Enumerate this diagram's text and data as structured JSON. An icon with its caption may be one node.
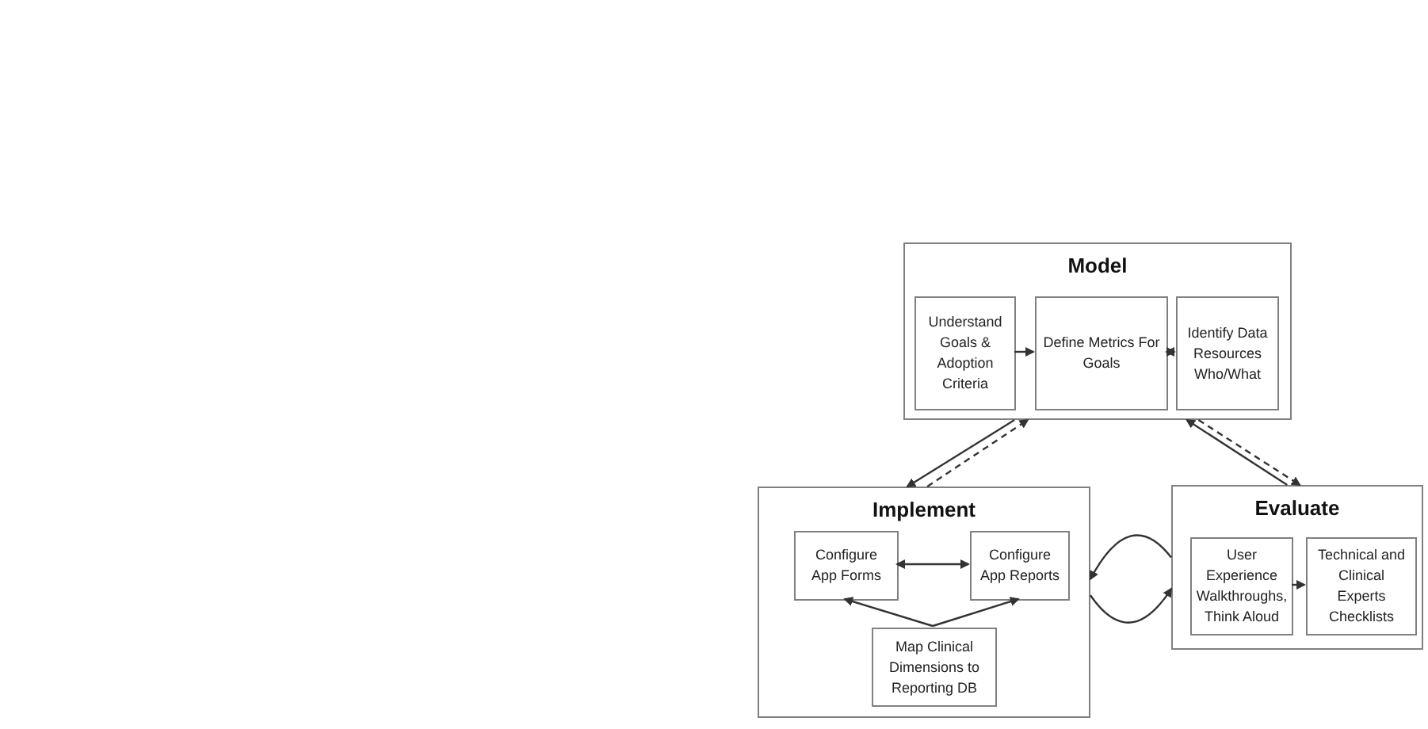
{
  "diagram": {
    "nodes": [
      {
        "text": [
          "Model"
        ]
      },
      {
        "text": [
          "Understand Goals & Adoption Criteria"
        ],
        "in": 0
      },
      {
        "text": [
          "Define Metrics For Goals"
        ],
        "in": 0
      },
      {
        "text": [
          "Identify Data Resources Who/What"
        ],
        "in": 0
      },
      {
        "text": [
          "Implement"
        ]
      },
      {
        "text": [
          "Configure App Forms"
        ],
        "in": 4
      },
      {
        "text": [
          "Configure App Reports"
        ],
        "in": 4
      },
      {
        "text": [
          "Map Clinical Dimensions to Reporting DB"
        ],
        "in": 4
      },
      {
        "text": [
          "Evaluate"
        ]
      },
      {
        "text": [
          "User Experience Walkthroughs, Think Aloud"
        ],
        "in": 8
      },
      {
        "text": [
          "Technical and Clinical Experts Checklists"
        ],
        "in": 8
      }
    ],
    "edges": [
      {
        "from": 1,
        "to": 2,
        "arrow": "to"
      },
      {
        "from": 2,
        "to": 3,
        "arrow": "both"
      },
      {
        "from": 0,
        "to": 4,
        "arrow": "to"
      },
      {
        "from": 4,
        "to": 0,
        "arrow": "to",
        "style": "dashed"
      },
      {
        "from": 8,
        "to": 0,
        "arrow": "to"
      },
      {
        "from": 0,
        "to": 8,
        "arrow": "to",
        "style": "dashed"
      },
      {
        "from": 5,
        "to": 6,
        "arrow": "both"
      },
      {
        "from": 7,
        "to": 5,
        "arrow": "to"
      },
      {
        "from": 7,
        "to": 6,
        "arrow": "to"
      },
      {
        "from": 8,
        "to": 4,
        "arrow": "to"
      },
      {
        "from": 4,
        "to": 8,
        "arrow": "to"
      },
      {
        "from": 9,
        "to": 10,
        "arrow": "to"
      }
    ]
  }
}
